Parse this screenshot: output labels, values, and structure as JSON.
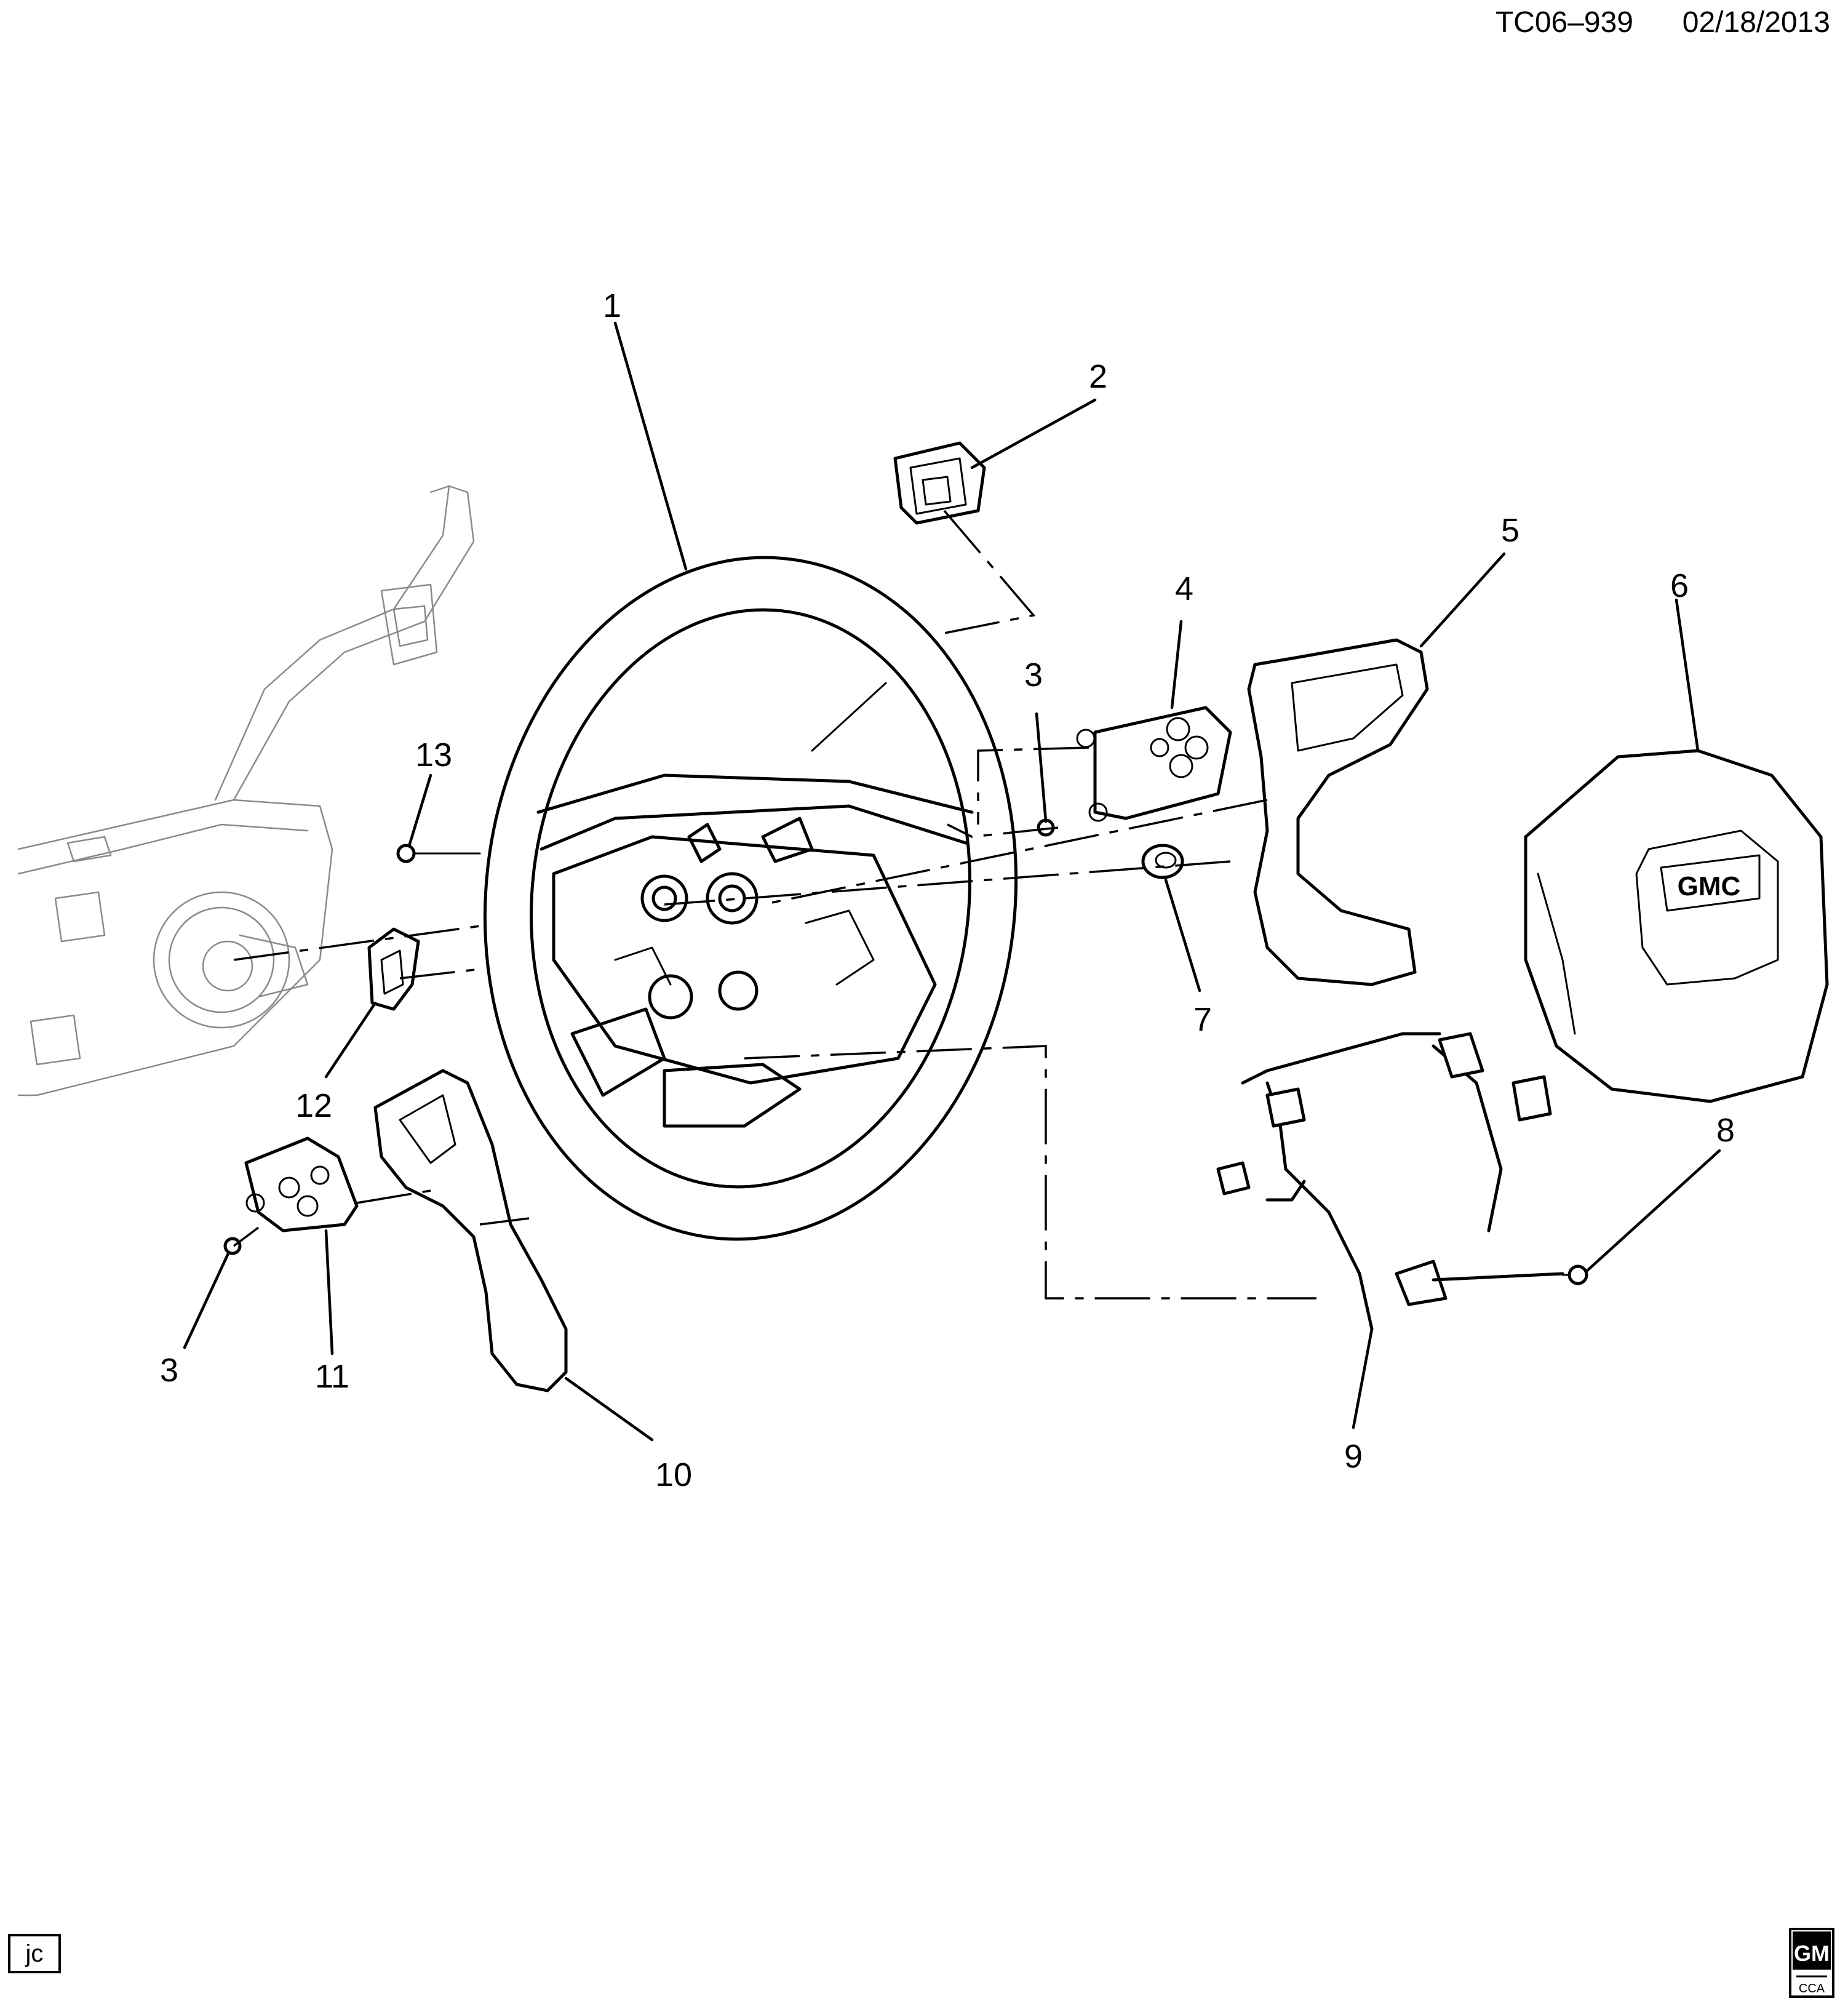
{
  "header": {
    "code": "TC06–939",
    "date": "02/18/2013"
  },
  "illustrator_tag": "jc",
  "logo": {
    "brand": "GM",
    "sub": "CCA"
  },
  "wheel_badge": "GMC",
  "callouts": {
    "c1": "1",
    "c2": "2",
    "c3a": "3",
    "c3b": "3",
    "c4": "4",
    "c5": "5",
    "c6": "6",
    "c7": "7",
    "c8": "8",
    "c9": "9",
    "c10": "10",
    "c11": "11",
    "c12": "12",
    "c13": "13"
  }
}
